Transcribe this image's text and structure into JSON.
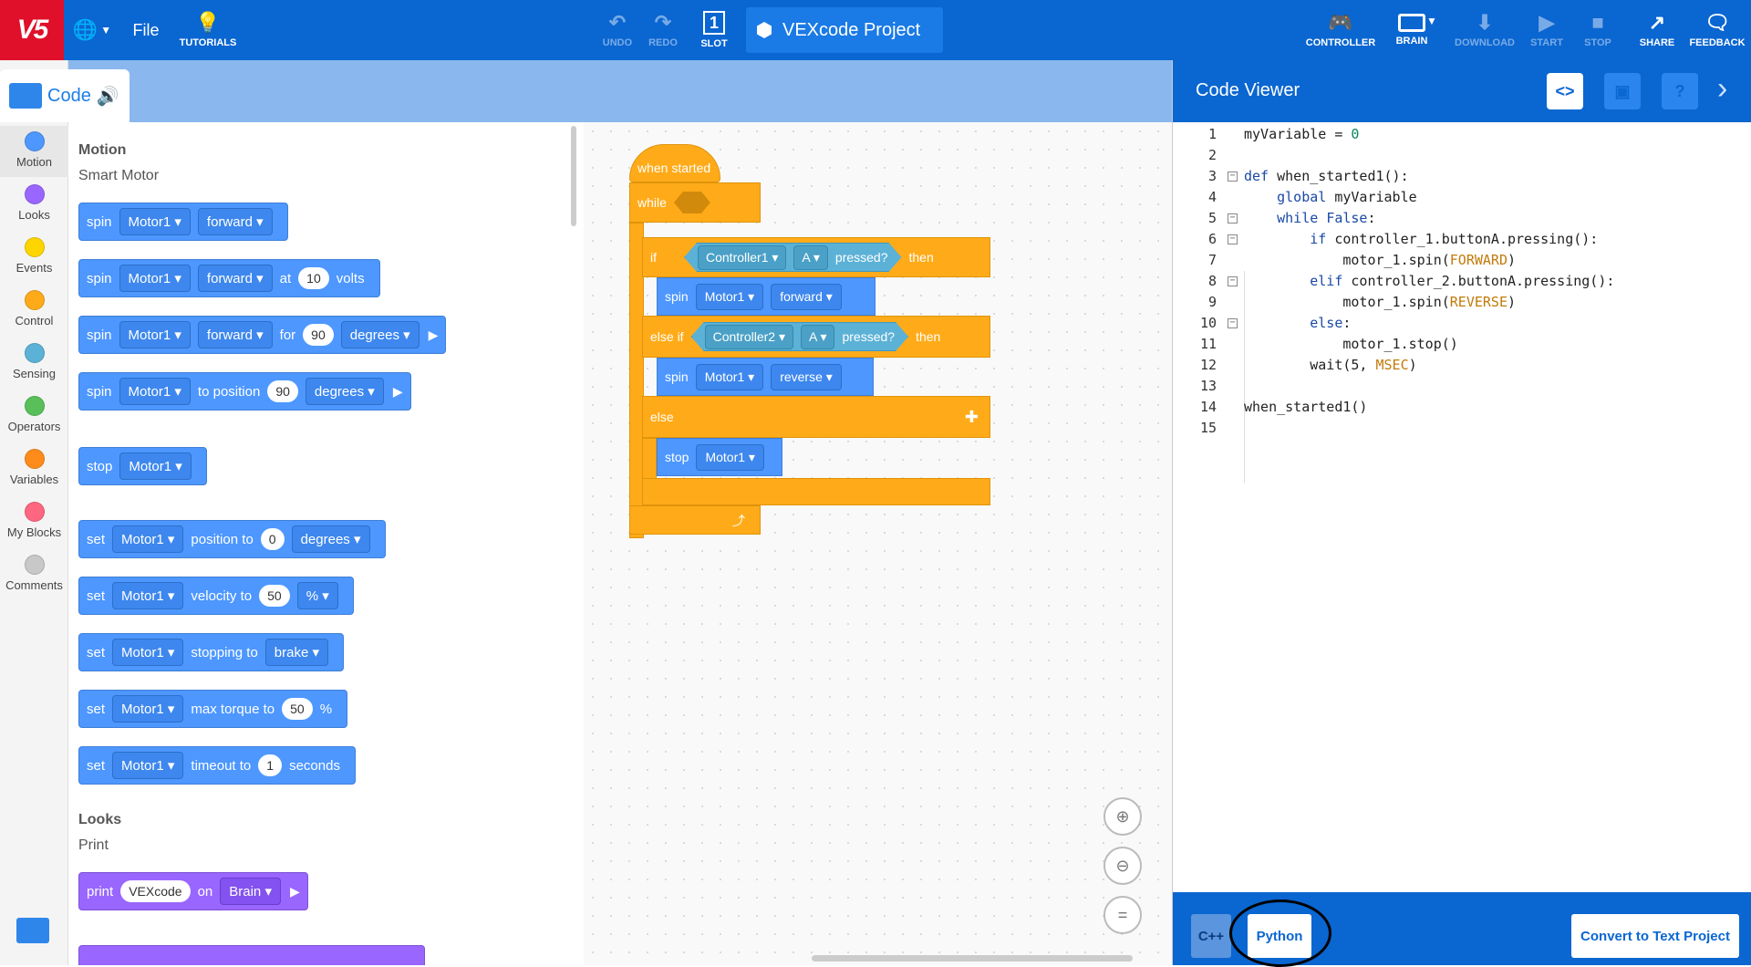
{
  "topbar": {
    "logo": "V5",
    "file": "File",
    "tutorials": "TUTORIALS",
    "undo": "UNDO",
    "redo": "REDO",
    "slot": "SLOT",
    "slot_number": "1",
    "project_name": "VEXcode Project",
    "controller": "CONTROLLER",
    "brain": "BRAIN",
    "download": "DOWNLOAD",
    "start": "START",
    "stop": "STOP",
    "share": "SHARE",
    "feedback": "FEEDBACK"
  },
  "code_tab": {
    "label": "Code"
  },
  "categories": [
    {
      "label": "Motion",
      "color": "#4d97ff"
    },
    {
      "label": "Looks",
      "color": "#9966ff"
    },
    {
      "label": "Events",
      "color": "#ffd500"
    },
    {
      "label": "Control",
      "color": "#ffab19"
    },
    {
      "label": "Sensing",
      "color": "#5cb1d6"
    },
    {
      "label": "Operators",
      "color": "#59c059"
    },
    {
      "label": "Variables",
      "color": "#ff8c1a"
    },
    {
      "label": "My Blocks",
      "color": "#ff6680"
    },
    {
      "label": "Comments",
      "color": "#c8c8c8"
    }
  ],
  "palette": {
    "motion_title": "Motion",
    "smart_motor": "Smart Motor",
    "looks_title": "Looks",
    "print_sub": "Print",
    "words": {
      "spin": "spin",
      "stop": "stop",
      "set": "set",
      "print": "print",
      "motor1": "Motor1",
      "forward": "forward",
      "at": "at",
      "volts": "volts",
      "for": "for",
      "degrees": "degrees",
      "to_position": "to position",
      "position_to": "position to",
      "velocity_to": "velocity to",
      "percent": "%",
      "stopping_to": "stopping to",
      "brake": "brake",
      "max_torque_to": "max torque to",
      "timeout_to": "timeout to",
      "seconds": "seconds",
      "vexcode": "VEXcode",
      "on": "on",
      "brain": "Brain"
    },
    "values": {
      "volts": "10",
      "for": "90",
      "to_position": "90",
      "position": "0",
      "velocity": "50",
      "torque": "50",
      "timeout": "1"
    }
  },
  "workspace": {
    "when_started": "when started",
    "while": "while",
    "if": "if",
    "then": "then",
    "else_if": "else if",
    "else": "else",
    "controller1": "Controller1",
    "controller2": "Controller2",
    "button_a": "A",
    "pressed": "pressed?",
    "spin": "spin",
    "stop": "stop",
    "motor1": "Motor1",
    "forward": "forward",
    "reverse": "reverse"
  },
  "code_viewer": {
    "title": "Code Viewer",
    "lines": [
      "myVariable = 0",
      "",
      "def when_started1():",
      "    global myVariable",
      "    while False:",
      "        if controller_1.buttonA.pressing():",
      "            motor_1.spin(FORWARD)",
      "        elif controller_2.buttonA.pressing():",
      "            motor_1.spin(REVERSE)",
      "        else:",
      "            motor_1.stop()",
      "        wait(5, MSEC)",
      "",
      "when_started1()",
      ""
    ],
    "cpp_label": "C++",
    "python_label": "Python",
    "convert_label": "Convert to Text Project"
  }
}
